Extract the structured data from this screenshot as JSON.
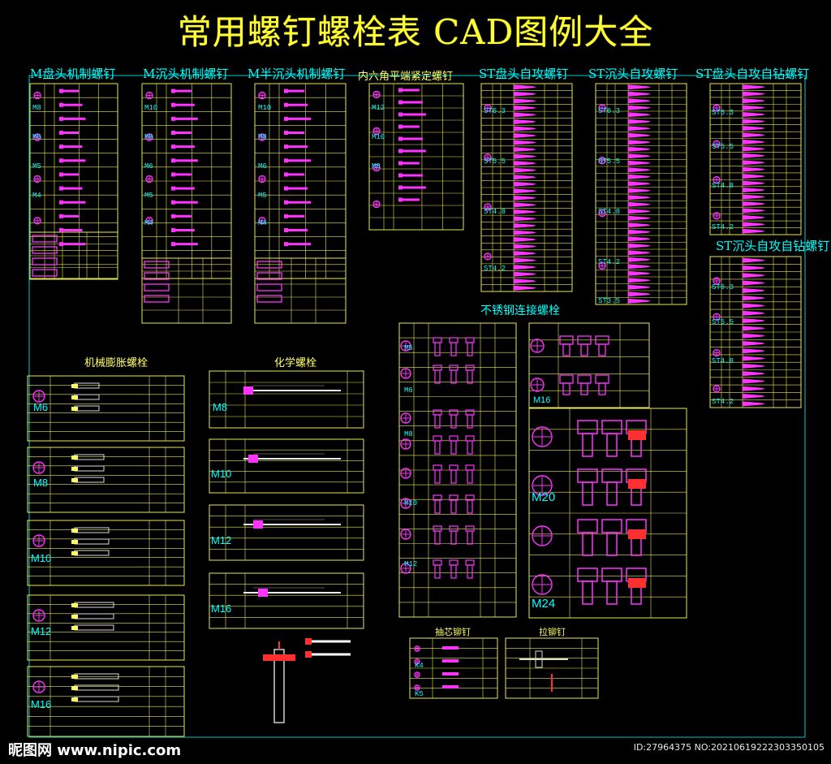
{
  "title": "常用螺钉螺栓表 CAD图例大全",
  "sections": {
    "pan_machine": "M盘头机制螺钉",
    "countersunk_machine": "M沉头机制螺钉",
    "half_countersunk_machine": "M半沉头机制螺钉",
    "hex_socket_set": "内六角平端紧定螺钉",
    "st_pan_tapping": "ST盘头自攻螺钉",
    "st_countersunk_tapping": "ST沉头自攻螺钉",
    "st_pan_drilling": "ST盘头自攻自钻螺钉",
    "st_countersunk_drilling": "ST沉头自攻自钻螺钉",
    "mech_anchor": "机械膨胀螺栓",
    "chem_anchor": "化学螺栓",
    "stainless_bolt": "不锈钢连接螺栓",
    "blind_rivet": "抽芯铆钉",
    "drive_rivet": "拉铆钉"
  },
  "sizes": {
    "pan": [
      "M8",
      "M6",
      "M5",
      "M4"
    ],
    "csk": [
      "M10",
      "M8",
      "M6",
      "M5",
      "M4"
    ],
    "halfcsk": [
      "M10",
      "M8",
      "M6",
      "M5",
      "M4"
    ],
    "hex": [
      "M12",
      "M10",
      "M8"
    ],
    "stpan": [
      "ST6.3",
      "ST5.5",
      "ST4.8",
      "ST4.2"
    ],
    "stcsk": [
      "ST6.3",
      "ST5.5",
      "ST4.8",
      "ST4.2",
      "ST3.5"
    ],
    "stdrill1": [
      "ST6.3",
      "ST5.5",
      "ST4.8",
      "ST4.2"
    ],
    "stdrill2": [
      "ST6.3",
      "ST5.5",
      "ST4.8",
      "ST4.2"
    ],
    "mech": [
      "M6",
      "M8",
      "M10",
      "M12",
      "M16"
    ],
    "chem": [
      "M8",
      "M10",
      "M12",
      "M16"
    ],
    "ss": [
      "M5",
      "M6",
      "M8",
      "M10",
      "M12"
    ],
    "ssbig": [
      "M16",
      "M20",
      "M24"
    ],
    "rivet": [
      "K4",
      "K5"
    ]
  },
  "watermark": {
    "logo": "昵图网 www.nipic.com",
    "id": "ID:27964375 NO:20210619222303350105"
  }
}
